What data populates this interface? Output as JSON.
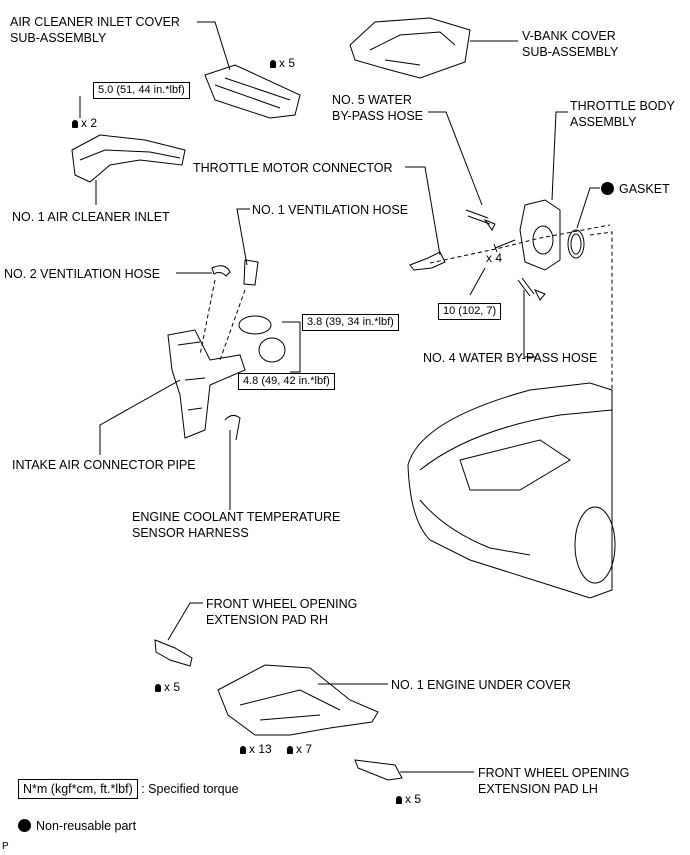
{
  "labels": {
    "air_cleaner_inlet_cover": "AIR CLEANER INLET COVER\nSUB-ASSEMBLY",
    "v_bank_cover": "V-BANK COVER\nSUB-ASSEMBLY",
    "no5_water_bypass_hose": "NO. 5 WATER\nBY-PASS HOSE",
    "throttle_body_assembly": "THROTTLE BODY\nASSEMBLY",
    "throttle_motor_connector": "THROTTLE MOTOR CONNECTOR",
    "gasket": "GASKET",
    "no1_air_cleaner_inlet": "NO. 1 AIR CLEANER INLET",
    "no1_ventilation_hose": "NO. 1 VENTILATION HOSE",
    "no2_ventilation_hose": "NO. 2 VENTILATION HOSE",
    "no4_water_bypass_hose": "NO. 4 WATER BY-PASS HOSE",
    "intake_air_connector_pipe": "INTAKE AIR CONNECTOR PIPE",
    "engine_coolant_temp_sensor_harness": "ENGINE COOLANT TEMPERATURE\nSENSOR HARNESS",
    "front_wheel_opening_pad_rh": "FRONT WHEEL OPENING\nEXTENSION PAD RH",
    "no1_engine_under_cover": "NO. 1 ENGINE UNDER COVER",
    "front_wheel_opening_pad_lh": "FRONT WHEEL OPENING\nEXTENSION PAD LH"
  },
  "torques": {
    "air_cleaner_inlet": "5.0 (51, 44 in.*lbf)",
    "clamp_upper": "3.8 (39, 34 in.*lbf)",
    "clamp_lower": "4.8 (49, 42 in.*lbf)",
    "throttle_body": "10 (102, 7)"
  },
  "quantities": {
    "cover_bolts": "x 5",
    "inlet_bolts": "x 2",
    "throttle_bolts": "x 4",
    "pad_rh_clips": "x 5",
    "under_cover_13": "x 13",
    "under_cover_7": "x 7",
    "pad_lh_clips": "x 5"
  },
  "legend": {
    "torque_unit": "N*m (kgf*cm, ft.*lbf)",
    "torque_text": ": Specified torque",
    "non_reusable_text": "Non-reusable part"
  },
  "corner_code": "P"
}
